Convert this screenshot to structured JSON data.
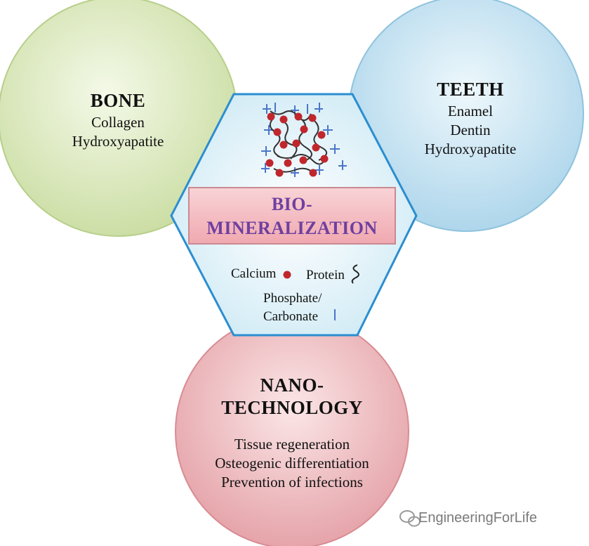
{
  "bone": {
    "title": "BONE",
    "lines": [
      "Collagen",
      "Hydroxyapatite"
    ]
  },
  "teeth": {
    "title": "TEETH",
    "lines": [
      "Enamel",
      "Dentin",
      "Hydroxyapatite"
    ]
  },
  "center": {
    "title_line1": "BIO-",
    "title_line2": "MINERALIZATION"
  },
  "legend": {
    "calcium": "Calcium",
    "protein": "Protein",
    "phosphate": "Phosphate/",
    "carbonate": "Carbonate"
  },
  "nano": {
    "title_line1": "NANO-",
    "title_line2": "TECHNOLOGY",
    "lines": [
      "Tissue regeneration",
      "Osteogenic differentiation",
      "Prevention of infections"
    ]
  },
  "watermark": {
    "text": "EngineeringForLife"
  },
  "colors": {
    "bone": "#d9e8b8",
    "teeth": "#bcdff0",
    "nano": "#f0b8bc",
    "hexagon": "#dff2f8",
    "calcium": "#c0272d",
    "mineralization_text": "#6f3fa0"
  }
}
